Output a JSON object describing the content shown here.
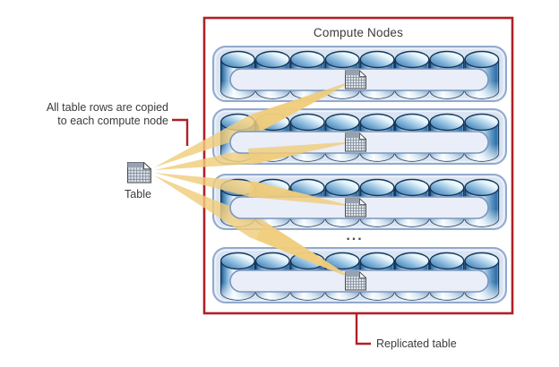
{
  "title": "Compute Nodes",
  "annotation": {
    "line1": "All table rows are copied",
    "line2": "to each compute node"
  },
  "source_table": {
    "label": "Table"
  },
  "compute_nodes": {
    "count_shown": 4,
    "cylinders_per_node": 8,
    "ellipsis": "..."
  },
  "callout": {
    "label": "Replicated table"
  },
  "colors": {
    "frame_red": "#b02028",
    "beam_yellow": "#f0cd7d",
    "node_fill": "#d9e3f2",
    "node_border": "#92aacd",
    "bar_fill": "#e9eef9",
    "bar_border": "#7d95bb",
    "cylinder_blue": "#2d6da6",
    "text": "#3b3b3b"
  }
}
